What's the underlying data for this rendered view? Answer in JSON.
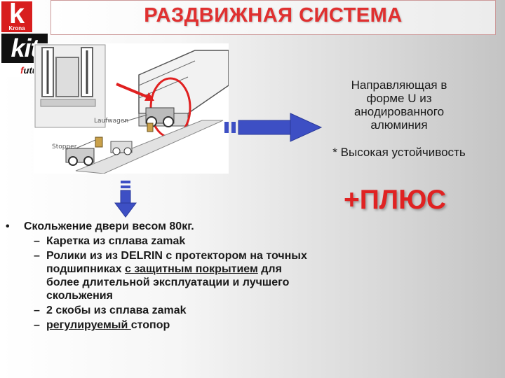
{
  "logo": {
    "k": "k",
    "k_sub": "Krona",
    "kit": "kit",
    "futura_first": "f",
    "futura_rest": "utura"
  },
  "title": "РАЗДВИЖНАЯ СИСТЕМА",
  "diagram": {
    "label_laufwagen": "Laufwagen",
    "label_stopper": "Stopper"
  },
  "guide_text": "Направляющая в форме U из анодированного алюминия",
  "stability_text": "* Высокая устойчивость",
  "plus_text": "+ПЛЮС",
  "bullets": {
    "main": "Скольжение двери весом 80кг.",
    "sub1": "Каретка из сплава zamak",
    "sub2_a": "Ролики из из DELRIN с протектором на точных подшипниках ",
    "sub2_u": "с защитным покрытием",
    "sub2_b": " для более длительной эксплуатации и лучшего скольжения",
    "sub3": "2 скобы из сплава zamak",
    "sub4_u": "регулируемый ",
    "sub4_b": "стопор"
  },
  "colors": {
    "title_red": "#e03030",
    "arrow_blue": "#3d4fc4",
    "plus_red": "#e02222"
  }
}
